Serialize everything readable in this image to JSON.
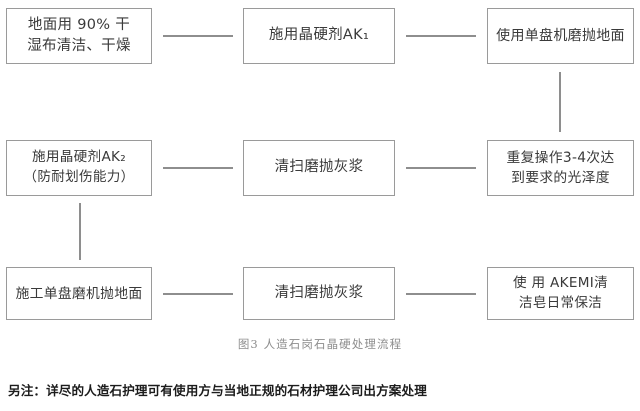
{
  "figure": {
    "caption": "图3 人造石岗石晶硬处理流程",
    "footer_note": "另注：详尽的人造石护理可有使用方与当地正规的石材护理公司出方案处理",
    "box_border_color": "#9a9a9a",
    "connector_color": "#8e8e8e",
    "background_color": "#ffffff",
    "caption_color": "#8d8d8d"
  },
  "nodes": [
    {
      "id": "clean-dry",
      "text": "地面用 90% 干\n湿布清洁、干燥",
      "row": 1,
      "col": 1
    },
    {
      "id": "ak1",
      "text": "施用晶硬剂AK₁",
      "row": 1,
      "col": 2
    },
    {
      "id": "polish",
      "text": "使用单盘机磨抛地面",
      "row": 1,
      "col": 3
    },
    {
      "id": "ak2",
      "text": "施用晶硬剂AK₂\n（防耐划伤能力）",
      "row": 2,
      "col": 1
    },
    {
      "id": "sweep1",
      "text": "清扫磨抛灰浆",
      "row": 2,
      "col": 2
    },
    {
      "id": "repeat",
      "text": "重复操作3-4次达\n到要求的光泽度",
      "row": 2,
      "col": 3
    },
    {
      "id": "grind",
      "text": "施工单盘磨机抛地面",
      "row": 3,
      "col": 1
    },
    {
      "id": "sweep2",
      "text": "清扫磨抛灰浆",
      "row": 3,
      "col": 2
    },
    {
      "id": "akemi",
      "text": "使 用 AKEMI清\n洁皂日常保洁",
      "row": 3,
      "col": 3
    }
  ],
  "connectors": [
    {
      "id": "r1a",
      "from": "clean-dry",
      "to": "ak1",
      "orientation": "horizontal"
    },
    {
      "id": "r1b",
      "from": "ak1",
      "to": "polish",
      "orientation": "horizontal"
    },
    {
      "id": "right-down",
      "from": "polish",
      "to": "repeat",
      "orientation": "vertical"
    },
    {
      "id": "r2a",
      "from": "ak2",
      "to": "sweep1",
      "orientation": "horizontal"
    },
    {
      "id": "r2b",
      "from": "sweep1",
      "to": "repeat",
      "orientation": "horizontal"
    },
    {
      "id": "left-down",
      "from": "ak2",
      "to": "grind",
      "orientation": "vertical"
    },
    {
      "id": "r3a",
      "from": "grind",
      "to": "sweep2",
      "orientation": "horizontal"
    },
    {
      "id": "r3b",
      "from": "sweep2",
      "to": "akemi",
      "orientation": "horizontal"
    }
  ]
}
